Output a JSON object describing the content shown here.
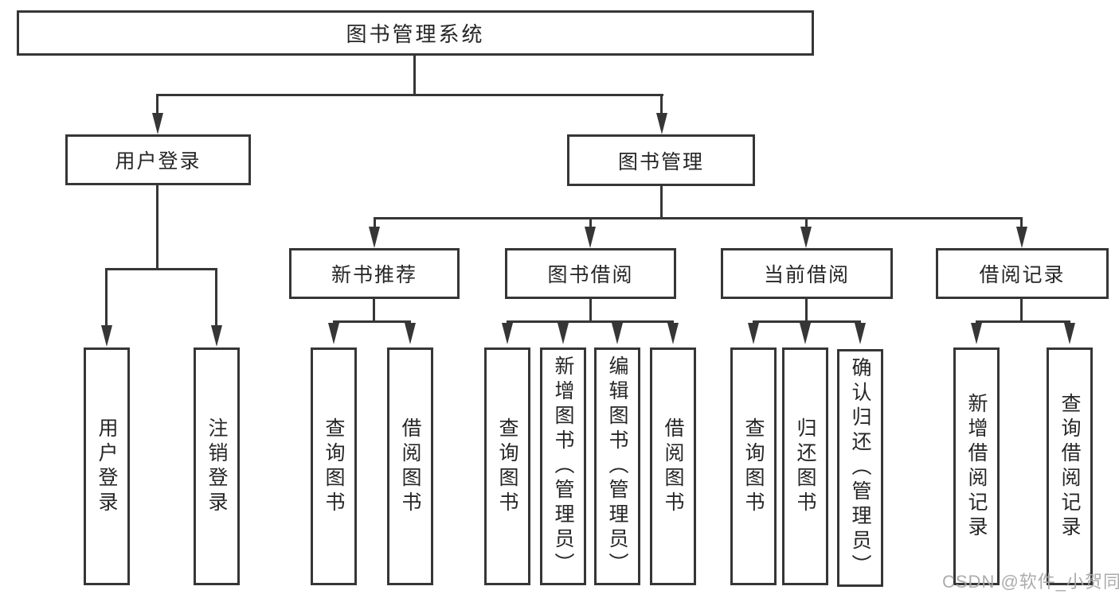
{
  "tree": {
    "label": "图书管理系统",
    "children": [
      {
        "label": "用户登录",
        "children": [
          {
            "label": "用户登录"
          },
          {
            "label": "注销登录"
          }
        ]
      },
      {
        "label": "图书管理",
        "children": [
          {
            "label": "新书推荐",
            "children": [
              {
                "label": "查询图书"
              },
              {
                "label": "借阅图书"
              }
            ]
          },
          {
            "label": "图书借阅",
            "children": [
              {
                "label": "查询图书"
              },
              {
                "label": "新增图书（管理员）"
              },
              {
                "label": "编辑图书（管理员）"
              },
              {
                "label": "借阅图书"
              }
            ]
          },
          {
            "label": "当前借阅",
            "children": [
              {
                "label": "查询图书"
              },
              {
                "label": "归还图书"
              },
              {
                "label": "确认归还（管理员）"
              }
            ]
          },
          {
            "label": "借阅记录",
            "children": [
              {
                "label": "新增借阅记录"
              },
              {
                "label": "查询借阅记录"
              }
            ]
          }
        ]
      }
    ]
  },
  "watermark": "CSDN @软件_小贺同学",
  "colors": {
    "line": "#363636",
    "text": "#262626",
    "watermark": "#a8a8a8",
    "background": "#ffffff"
  }
}
